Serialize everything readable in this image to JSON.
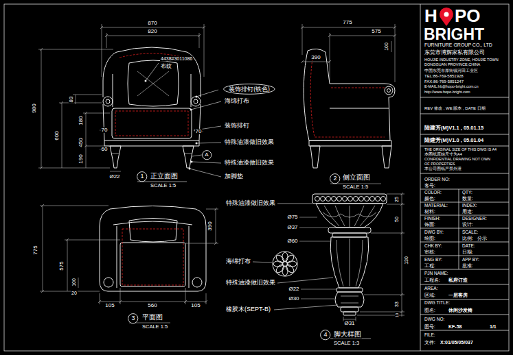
{
  "diagram": {
    "nodes": [
      {
        "text": [
          "装饰排钉(铁色)"
        ]
      },
      {
        "text": [
          "A"
        ]
      },
      {
        "text": [
          "1"
        ]
      },
      {
        "text": [
          "2"
        ]
      },
      {
        "text": [
          "3"
        ]
      },
      {
        "text": [
          "4"
        ]
      }
    ],
    "labels": [
      "870",
      "820",
      "980",
      "83",
      "180",
      "600",
      "450",
      "190",
      "70",
      "60",
      "70",
      "Ø22",
      "4438#3011086",
      "布纹",
      "海绵打布",
      "装饰排钉",
      "特殊油漆做旧效果",
      "特殊油漆做旧效果",
      "加脚垫",
      "正立面图",
      "SCALE 1:5",
      "775",
      "575",
      "100",
      "390",
      "侧立面图",
      "SCALE 1:5",
      "775",
      "575",
      "390",
      "100",
      "20",
      "105",
      "560",
      "105",
      "平面图",
      "SCALE 1:5",
      "特殊油漆做旧效果",
      "Ø75",
      "Ø37",
      "Ø60",
      "海绵打布",
      "特殊油漆做旧效果",
      "Ø22",
      "Ø30",
      "橡胶木(SEPT-B)",
      "Ø31",
      "25",
      "50",
      "130",
      "33",
      "10",
      "脚大样图",
      "SCALE 1:3",
      "H",
      "PO",
      "BRIGHT",
      "FURNITURE GROUP CO., LTD",
      "东莞市博辉家私有限公司",
      "HOUJIE INDUSTRY ZONE, HOUJIE TOWN",
      "DONGGUAN PROVINCE,CHINA",
      "中国东莞市厚街镇河田工业区",
      "TEL:86-769-5851928",
      "FAX:86-769-5851247",
      "E-MAIL:hb@hopo-bright.com.cn",
      "http://www.hopo-bright.com",
      "REV 修改 , WE 版本 , DATE 日期",
      "陆建芳(M)V1.1 , 05.01.15",
      "陆建芳(M)V1.0 , 05.01.04",
      "THE ORIGINAL SIZE OF THIS DWG IS A4",
      "本图纸原始尺寸为A4",
      "CONFIDENTIAL DRAWING NOT OWN",
      "OF PROPERTIES",
      "本公司图纸严禁外泄",
      "ORDER NO:",
      "客号:",
      "COLOR:",
      "QTY:",
      "颜色:",
      "数量:",
      "MATERIAL:",
      "INDEX:",
      "材料:",
      "用途:",
      "FINISH:",
      "DESIGNER:",
      "饰面:",
      "设计:",
      "DWG BY:",
      "SCALE:",
      "绘图:",
      "比例:",
      "分示",
      "CHK BY:",
      "DATE:",
      "审核:",
      "日期:",
      "ENG BY:",
      "APP BY:",
      "工程:",
      "批准:",
      "PJN NAME:",
      "工程名:",
      "私府订造",
      "AREA:",
      "区域:",
      "一层客房",
      "DWG TITLE:",
      "图名:",
      "休闲沙发椅",
      "DWG NO:",
      "图号:",
      "KF-58",
      "1/1",
      "FILE:",
      "文件:",
      "X:01/05/05/037"
    ]
  }
}
